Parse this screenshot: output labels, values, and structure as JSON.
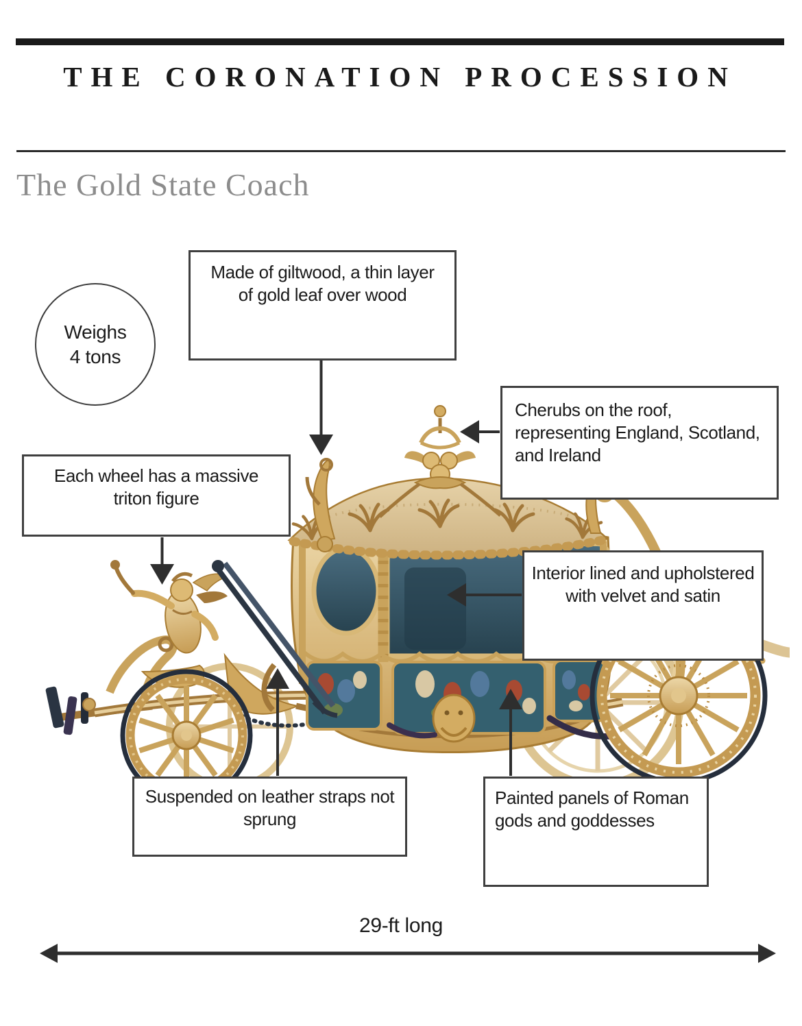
{
  "header": {
    "title": "THE CORONATION PROCESSION",
    "subtitle": "The Gold State Coach"
  },
  "badge": {
    "line1": "Weighs",
    "line2": "4 tons"
  },
  "callouts": {
    "giltwood": "Made of giltwood, a thin layer of gold leaf over wood",
    "cherubs": "Cherubs on the roof, representing England, Scotland, and Ireland",
    "triton": "Each wheel has a massive triton figure",
    "interior": "Interior lined and upholstered with velvet and satin",
    "straps": "Suspended on leather straps not sprung",
    "panels": "Painted panels of Roman gods and goddesses"
  },
  "dimension": {
    "label": "29-ft long"
  },
  "illustration": {
    "subject": "The Gold State Coach, ornate gilded carriage in side view"
  },
  "palette": {
    "text": "#1a1a1a",
    "subtitle": "#8c8c8c",
    "line": "#2e2e2e",
    "border": "#3f3f3f",
    "background": "#ffffff",
    "gold": "#c9a35c",
    "gold_light": "#e7cf9c",
    "gold_dark": "#a2783a",
    "roof": "#d8c09a",
    "window": "#3a5d71",
    "window_dark": "#284450",
    "panel": "#34606f",
    "navy": "#2a3442",
    "strap_purple": "#3a2f4e",
    "fig_red": "#a84a32",
    "fig_blue": "#53799c",
    "fig_green": "#6a7f4d",
    "fig_cream": "#d8c8a4"
  }
}
